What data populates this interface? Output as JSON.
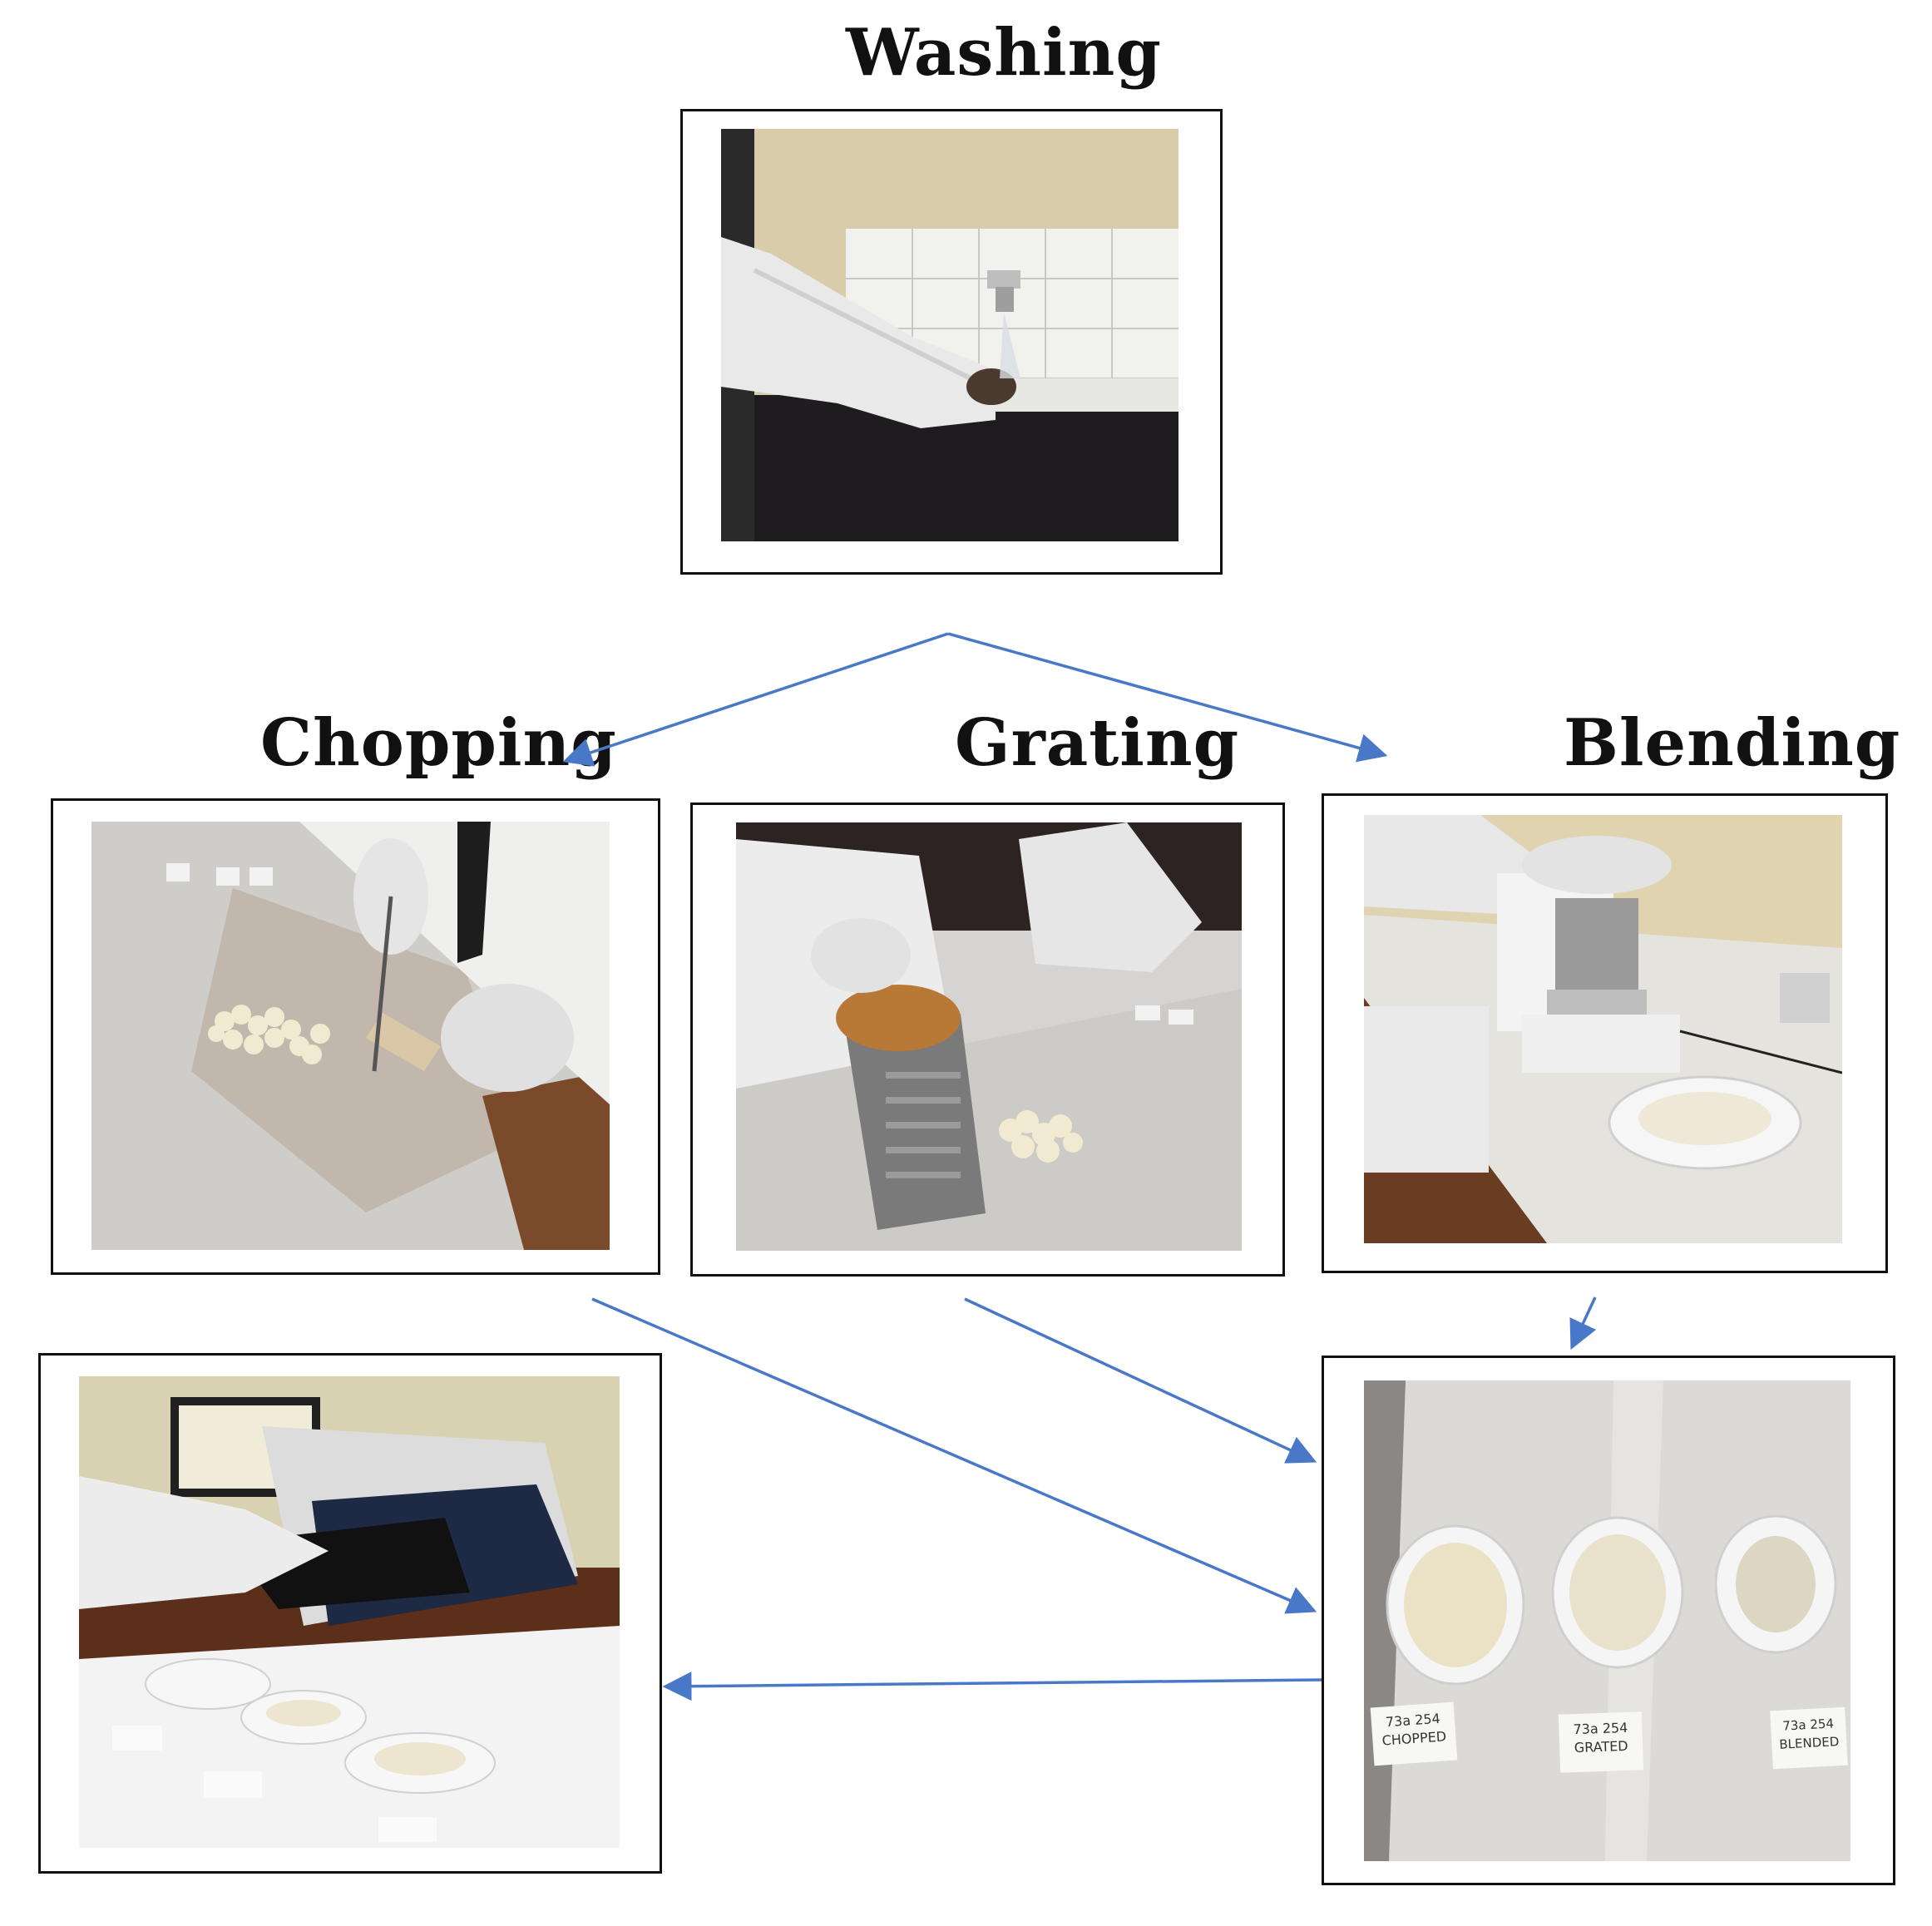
{
  "steps": {
    "washing": {
      "label": "Washing"
    },
    "chopping": {
      "label": "Chopping"
    },
    "grating": {
      "label": "Grating"
    },
    "blending": {
      "label": "Blending"
    }
  },
  "sample_cards": {
    "chopped": "73a 254 CHOPPED",
    "grated": "73a 254 GRATED",
    "blended": "73a 254 BLENDED"
  },
  "colors": {
    "arrow": "#4a78c8",
    "frame": "#111111"
  }
}
